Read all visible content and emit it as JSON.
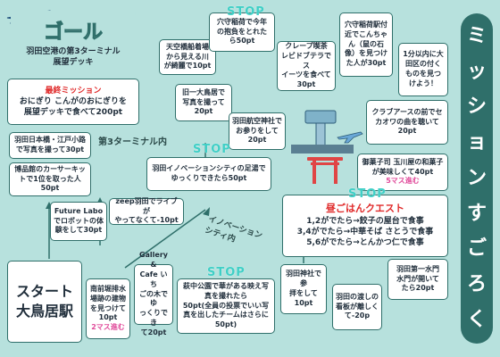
{
  "goal": {
    "title": "ゴール",
    "line1": "羽田空港の第3ターミナル",
    "line2": "展望デッキ"
  },
  "final_mission": {
    "title": "最終ミッション",
    "line1": "おにぎり こんがのおにぎりを",
    "line2": "展望デッキで食べて200pt"
  },
  "start": {
    "line1": "スタート",
    "line2": "大鳥居駅"
  },
  "lunch": {
    "title": "昼ごはんクエスト",
    "line1": "1,2がでたら→餃子の屋台で食事",
    "line2": "3,4がでたら→中華そば さとうで食事",
    "line3": "5,6がでたら→とんかつ仁で食事"
  },
  "rail_title": [
    "ミ",
    "ッ",
    "シ",
    "ョ",
    "ン",
    "す",
    "ご",
    "ろ",
    "く"
  ],
  "labels": {
    "terminal3": "第3ターミナル内",
    "innovation": [
      "イ",
      "ノ",
      "ベ",
      "ー",
      "シ",
      "ョ",
      "ン",
      "シ",
      "テ",
      "ィ",
      "内"
    ]
  },
  "stop_label": "STOP",
  "cells": {
    "haneda_nihonbashi": [
      "羽田日本橋・江戸小路",
      "で写真を撮って30pt"
    ],
    "hakuhinkan": [
      "博品館のカーサーキッ",
      "トで1位を取った人",
      "50pt"
    ],
    "future_labo": [
      "Future Labo",
      "でロボットの体",
      "験をして30pt"
    ],
    "zeep": [
      "zeep羽田でライブが",
      "やってなくて-10pt"
    ],
    "tenku_deck": [
      "天空橋船着場",
      "から見える川",
      "が綺麗で10pt"
    ],
    "anamori_dakiko": [
      "穴守稲荷で今年",
      "の抱負をとれた",
      "ら50pt"
    ],
    "crepe": [
      "クレープ喫茶",
      "レビドブテラでス",
      "イーツを食べて",
      "30pt"
    ],
    "anamori_konkichan": [
      "穴守稲荷駅付",
      "近でこんちゃ",
      "ん（鼠の石",
      "像）を見つけ",
      "た人が30pt"
    ],
    "one_minute": [
      "1分以内に大",
      "田区の付く",
      "ものを見つ",
      "けよう！"
    ],
    "old_torii": [
      "旧一大鳥居で",
      "写真を撮って",
      "20pt"
    ],
    "haneda_jinja_omairi": [
      "羽田航空神社で",
      "お参りをして",
      "20pt"
    ],
    "club_earth": [
      "クラブアースの前でセ",
      "カオワの曲を聴いて",
      "20pt"
    ],
    "innovation_footbath": [
      "羽田イノベーションシティの足湯で",
      "ゆっくりできたら50pt"
    ],
    "gokashi": [
      "御菓子司 玉川屋の和菓子",
      "が美味しくて40pt"
    ],
    "gokashi_pink": "5マス進む",
    "minamirokugo": [
      "南前堀排水",
      "場跡の建物",
      "を見つけて",
      "10pt"
    ],
    "minamirokugo_pink": "2マス進む",
    "gallery_cafe": [
      "Gallery &",
      "Cafe いち",
      "ごの木でゆ",
      "っくりでき",
      "て20pt"
    ],
    "hagi_park": [
      "萩中公園で華がある映え写",
      "真を撮れたら",
      "50pt(全員の投票でいい写",
      "真を出したチームはさらに",
      "50pt)"
    ],
    "haneda_shrine_worship": [
      "羽田神社で参",
      "拝をして",
      "10pt"
    ],
    "haneda_watashi": [
      "羽田の渡しの",
      "看板が離しく",
      "て-20p"
    ],
    "haneda_suimon": [
      "羽田第一水門",
      "水門が開いて",
      "たら20pt"
    ]
  }
}
